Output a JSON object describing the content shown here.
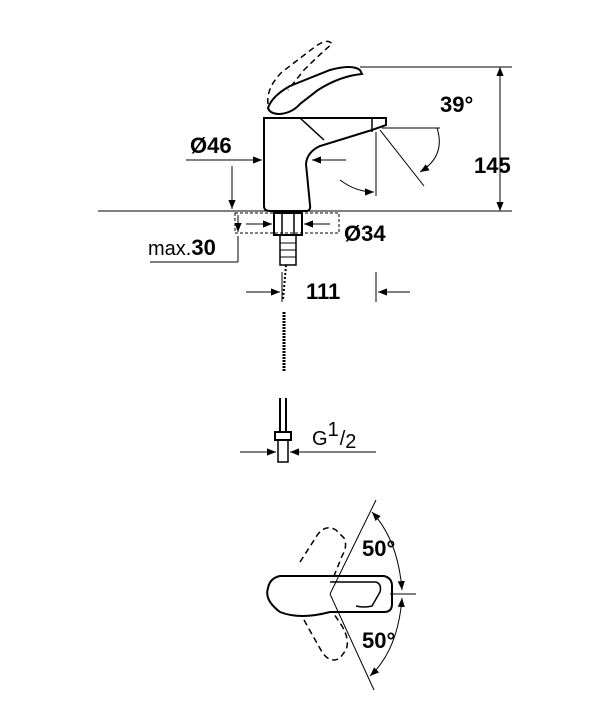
{
  "drawing": {
    "angle_spout": "39°",
    "height_total": "145",
    "diameter_body": "Ø46",
    "diameter_base": "Ø34",
    "max_prefix": "max.",
    "max_value": "30",
    "projection": "111",
    "thread_base": "G",
    "thread_num": "1",
    "thread_den": "2",
    "lever_angle_left": "50°",
    "lever_angle_right": "50°"
  },
  "colors": {
    "line": "#000000",
    "background": "#ffffff"
  }
}
